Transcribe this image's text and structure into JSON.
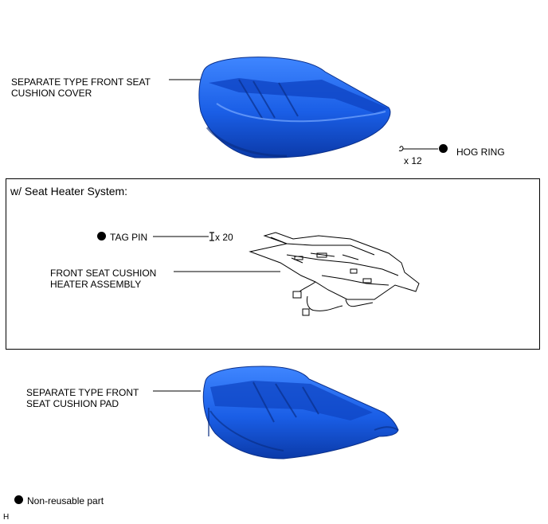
{
  "cover": {
    "label_line1": "SEPARATE TYPE FRONT SEAT",
    "label_line2": "CUSHION COVER"
  },
  "hog_ring": {
    "qty": "x 12",
    "label": "HOG RING"
  },
  "heater_box": {
    "title": "w/ Seat Heater System:",
    "tag_pin_label": "TAG PIN",
    "tag_pin_qty": "x 20",
    "heater_label_line1": "FRONT SEAT CUSHION",
    "heater_label_line2": "HEATER ASSEMBLY"
  },
  "pad": {
    "label_line1": "SEPARATE TYPE FRONT",
    "label_line2": "SEAT CUSHION PAD"
  },
  "legend": {
    "non_reusable": "Non-reusable part"
  },
  "corner_code": "H",
  "colors": {
    "part_fill": "#1a5ee6",
    "part_dark": "#0b3aa8",
    "part_light": "#3f86ff",
    "line": "#000000"
  }
}
